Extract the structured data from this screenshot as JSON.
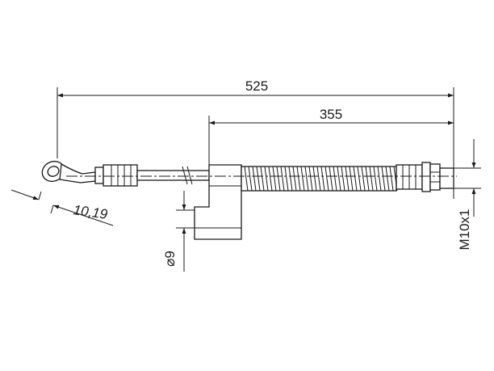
{
  "dimensions": {
    "overall_length": "525",
    "hose_length": "355",
    "eye_size": "10,19",
    "bore_diameter": "⌀9",
    "thread": "M10x1"
  }
}
